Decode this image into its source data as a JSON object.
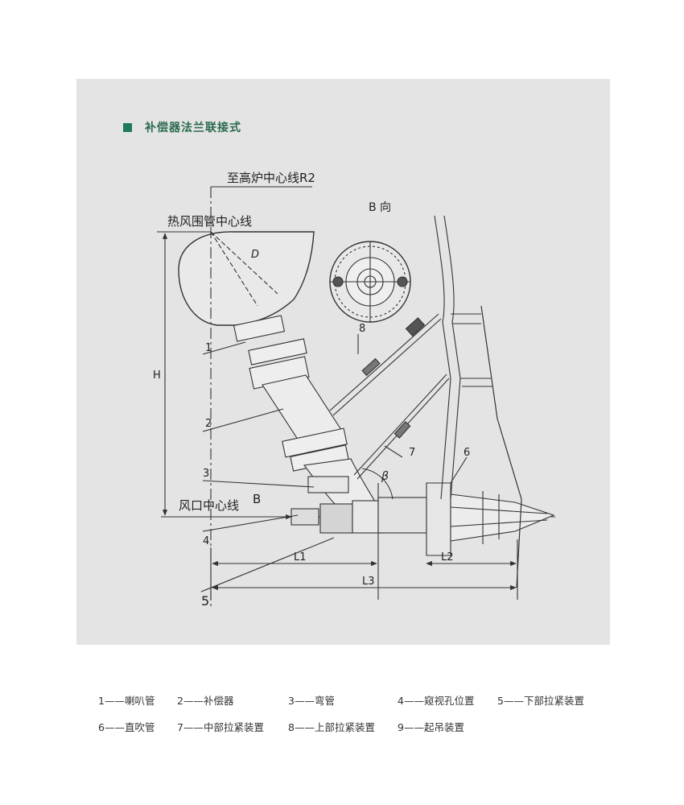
{
  "section_heading": "补偿器法兰联接式",
  "drawing_labels": {
    "furnace_center": "至高炉中心线R2",
    "bustle_pipe_center": "热风围管中心线",
    "tuyere_center": "风口中心线",
    "b_view": "B 向",
    "b_arrow": "B",
    "dim_h": "H",
    "dim_d": "D",
    "dim_l1": "L1",
    "dim_l2": "L2",
    "dim_l3": "L3",
    "angle_beta": "β",
    "callout_1": "1",
    "callout_2": "2",
    "callout_3": "3",
    "callout_4": "4",
    "callout_5": "5",
    "callout_6": "6",
    "callout_7": "7",
    "callout_8": "8"
  },
  "legend": [
    [
      "1——喇叭管",
      "2——补偿器",
      "3——弯管",
      "4——窥视孔位置",
      "5——下部拉紧装置"
    ],
    [
      "6——直吹管",
      "7——中部拉紧装置",
      "8——上部拉紧装置",
      "9——起吊装置"
    ]
  ],
  "colors": {
    "accent_square": "#1f7a5a",
    "heading_text": "#2a6a4e",
    "panel_bg": "#e4e4e4",
    "line": "#333333"
  }
}
